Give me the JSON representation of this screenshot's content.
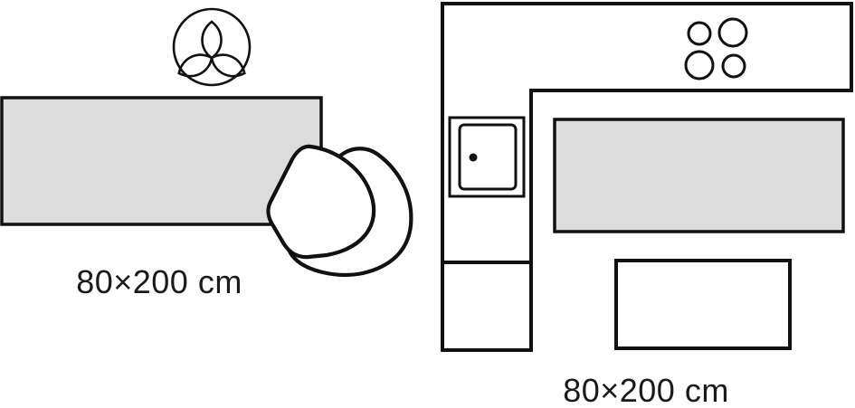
{
  "diagram": {
    "type": "rug-size-placement-floorplan",
    "scenes": {
      "left": {
        "description": "runner rug with plant and chair",
        "rug_label": "80×200 cm",
        "elements": {
          "plant": "plant-top-view-icon",
          "rug": "runner-rug",
          "chair": "chair-top-view-icon"
        }
      },
      "right": {
        "description": "kitchen with L-shaped counter",
        "rug_label": "80×200 cm",
        "elements": {
          "counter": "l-shaped-kitchen-counter",
          "burners": "stove-burners-icon",
          "appliance": "sink-appliance-icon",
          "cabinet": "lower-cabinet",
          "rug": "runner-rug",
          "table": "table-outline"
        }
      }
    }
  },
  "colors": {
    "background": "#ffffff",
    "rug_fill": "#dcdcdc",
    "line": "#111111",
    "text": "#1a1a1a"
  }
}
